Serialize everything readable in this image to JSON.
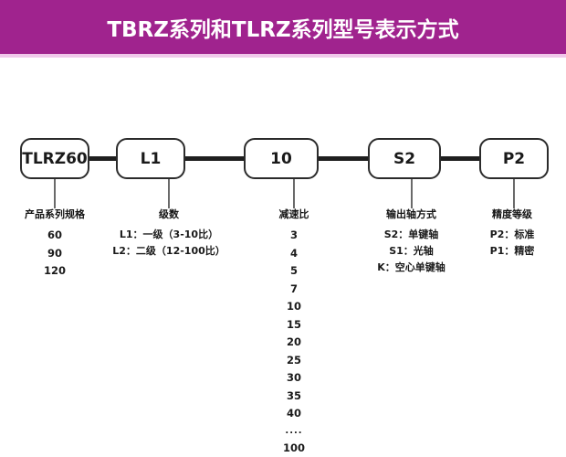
{
  "title": {
    "text": "TBRZ系列和TLRZ系列型号表示方式",
    "banner_color": "#a0238e",
    "underbar_color": "#f0c8ea",
    "text_color": "#ffffff"
  },
  "code_chain": {
    "boxes": [
      {
        "label": "TLRZ60"
      },
      {
        "label": "L1"
      },
      {
        "label": "10"
      },
      {
        "label": "S2"
      },
      {
        "label": "P2"
      }
    ]
  },
  "columns": [
    {
      "key": "series_spec",
      "header": "产品系列规格",
      "items": [
        "60",
        "90",
        "120"
      ],
      "numeric": true
    },
    {
      "key": "stages",
      "header": "级数",
      "items": [
        "L1：一级（3-10比）",
        "L2：二级（12-100比）"
      ],
      "numeric": false
    },
    {
      "key": "ratio",
      "header": "减速比",
      "items": [
        "3",
        "4",
        "5",
        "7",
        "10",
        "15",
        "20",
        "25",
        "30",
        "35",
        "40",
        "....",
        "100"
      ],
      "numeric": true
    },
    {
      "key": "output_shaft",
      "header": "输出轴方式",
      "items": [
        "S2：单键轴",
        "S1：光轴",
        "K：空心单键轴"
      ],
      "numeric": false
    },
    {
      "key": "accuracy_grade",
      "header": "精度等级",
      "items": [
        "P2：标准",
        "P1：精密"
      ],
      "numeric": false
    }
  ]
}
